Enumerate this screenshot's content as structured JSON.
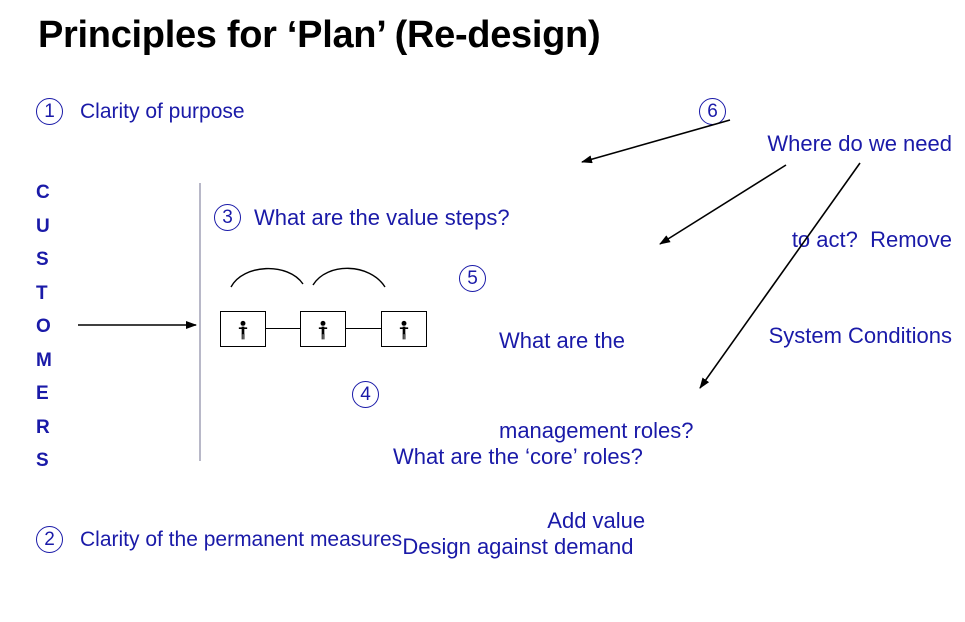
{
  "slide": {
    "title": "Principles for ‘Plan’ (Re-design)",
    "accent_color": "#1a1aa8",
    "title_color": "#000000",
    "background": "#ffffff"
  },
  "items": {
    "one": {
      "number": "1",
      "text": "Clarity of purpose"
    },
    "two": {
      "number": "2",
      "text": "Clarity of the permanent measures"
    },
    "three": {
      "number": "3",
      "text": "What are the value steps?"
    },
    "four": {
      "number": "4",
      "line1": "What are the ‘core’ roles?",
      "line2": "Design against demand"
    },
    "five": {
      "number": "5",
      "line1": "What are the",
      "line2": "management roles?",
      "line3": "Add value"
    },
    "six": {
      "number": "6",
      "line1": "Where do we need",
      "line2": "to act?  Remove",
      "line3": "System Conditions"
    }
  },
  "customers_label": "C\nU\nS\nT\nO\nM\nE\nR\nS",
  "process": {
    "steps": [
      {
        "icon": "person-icon"
      },
      {
        "icon": "person-icon"
      },
      {
        "icon": "person-icon"
      }
    ]
  }
}
